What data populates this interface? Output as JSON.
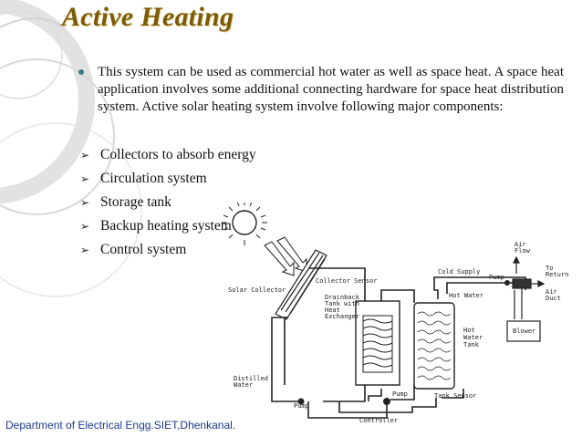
{
  "slide": {
    "title": "Active Heating",
    "main_bullet": "This system can be used as commercial hot water as well as space heat. A space heat application involves some additional connecting hardware for space heat distribution system. Active solar heating system involve following major components:",
    "components": [
      "Collectors to absorb energy",
      "Circulation system",
      "Storage tank",
      "Backup heating system",
      "Control system"
    ],
    "footer": "Department of Electrical Engg.SIET,Dhenkanal."
  },
  "diagram": {
    "labels": {
      "solar_collector": "Solar Collector",
      "collector_sensor": "Collector Sensor",
      "drainback_tank": [
        "Drainback",
        "Tank with",
        "Heat",
        "Exchanger"
      ],
      "hot_water_tank": [
        "Hot",
        "Water",
        "Tank"
      ],
      "cold_supply": "Cold Supply",
      "pump_top": "Pump",
      "hot_water": "Hot Water",
      "air_flow": [
        "Air",
        "Flow"
      ],
      "to_return": [
        "To",
        "Return"
      ],
      "air_duct": [
        "Air",
        "Duct"
      ],
      "blower": "Blower",
      "distilled_water": [
        "Distilled",
        "Water"
      ],
      "pump_bottom_left": "Pump",
      "pump_bottom_mid": "Pump",
      "tank_sensor": "Tank Sensor",
      "controller": "Controller"
    }
  },
  "colors": {
    "title": "#7b5a08",
    "footer": "#1b3a8c",
    "bullet_dot": "#3a7a8c",
    "decoration": "#d6d6d6"
  },
  "icons": {
    "main_bullet": "round-bullet-icon",
    "sub_bullet": "arrowhead-bullet-icon",
    "sun": "sun-icon"
  }
}
